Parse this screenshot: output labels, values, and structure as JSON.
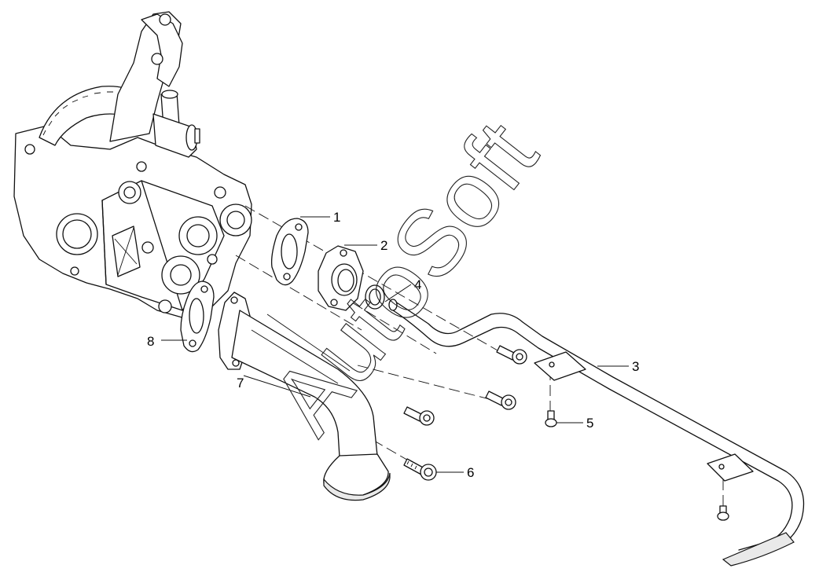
{
  "watermark": {
    "text": "AutoSoft"
  },
  "callouts": [
    {
      "id": "1",
      "label": "1"
    },
    {
      "id": "2",
      "label": "2"
    },
    {
      "id": "3",
      "label": "3"
    },
    {
      "id": "4",
      "label": "4"
    },
    {
      "id": "5",
      "label": "5"
    },
    {
      "id": "6",
      "label": "6"
    },
    {
      "id": "7",
      "label": "7"
    },
    {
      "id": "8",
      "label": "8"
    }
  ],
  "colors": {
    "line": "#111111",
    "background": "#ffffff",
    "shade": "#e9e9e9"
  }
}
